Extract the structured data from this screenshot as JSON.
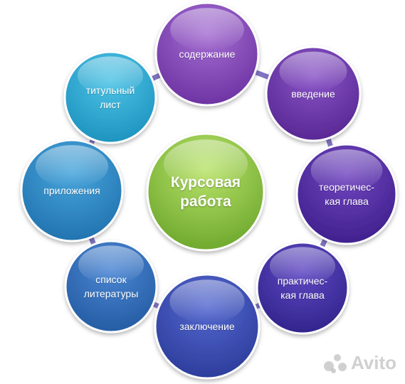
{
  "diagram": {
    "center": {
      "label": "Курсовая\nработа",
      "color_top": "#b9e36a",
      "color_bottom": "#6aa52a"
    },
    "nodes": [
      {
        "id": "soderzhanie",
        "label": "содержание",
        "color_top": "#a56fd2",
        "color_bottom": "#6a2fa0"
      },
      {
        "id": "vvedenie",
        "label": "введение",
        "color_top": "#8a55c8",
        "color_bottom": "#552590"
      },
      {
        "id": "teoreticheskaya",
        "label": "теоретичес-\nкая глава",
        "color_top": "#7145c0",
        "color_bottom": "#3c1e8a"
      },
      {
        "id": "prakticheskaya",
        "label": "практичес-\nкая глава",
        "color_top": "#6048c4",
        "color_bottom": "#2e2288"
      },
      {
        "id": "zaklyuchenie",
        "label": "заключение",
        "color_top": "#5468d0",
        "color_bottom": "#2a3a98"
      },
      {
        "id": "spisok",
        "label": "список\nлитературы",
        "color_top": "#4a86d4",
        "color_bottom": "#235aa0"
      },
      {
        "id": "prilozheniya",
        "label": "приложения",
        "color_top": "#48a6dc",
        "color_bottom": "#1f70ad"
      },
      {
        "id": "titulny",
        "label": "титульный\nлист",
        "color_top": "#4ec4e6",
        "color_bottom": "#1a90bd"
      }
    ],
    "ring_color": "#6c5cb8"
  },
  "watermark": {
    "text": "Avito"
  }
}
